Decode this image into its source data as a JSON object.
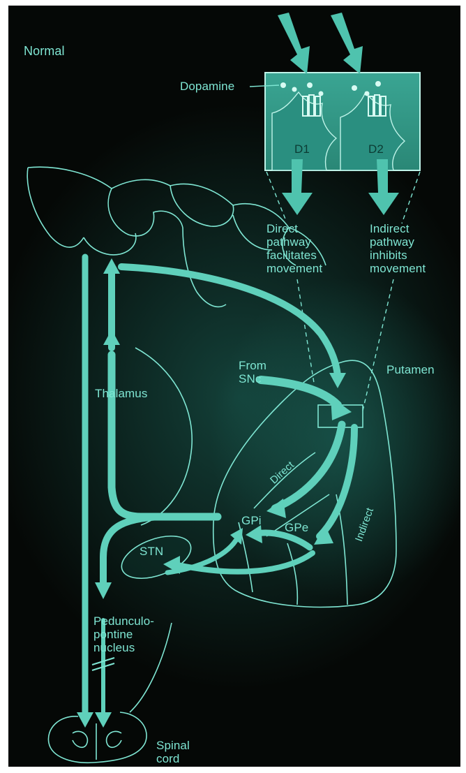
{
  "title": "Normal",
  "labels": {
    "dopamine": "Dopamine",
    "d1": "D1",
    "d2": "D2",
    "direct_pathway": "Direct\npathway\nfacilitates\nmovement",
    "indirect_pathway": "Indirect\npathway\ninhibits\nmovement",
    "from_snc": "From\nSNc",
    "putamen": "Putamen",
    "thalamus": "Thalamus",
    "direct": "Direct",
    "indirect": "Indirect",
    "gpi": "GPi",
    "gpe": "GPe",
    "stn": "STN",
    "pedunculopontine": "Pedunculo-\npontine\nnucleus",
    "spinal_cord": "Spinal\ncord"
  },
  "colors": {
    "background": "#050806",
    "line": "#7fe6d3",
    "arrow": "#6fd8c4",
    "fill": "#2a8f80"
  }
}
